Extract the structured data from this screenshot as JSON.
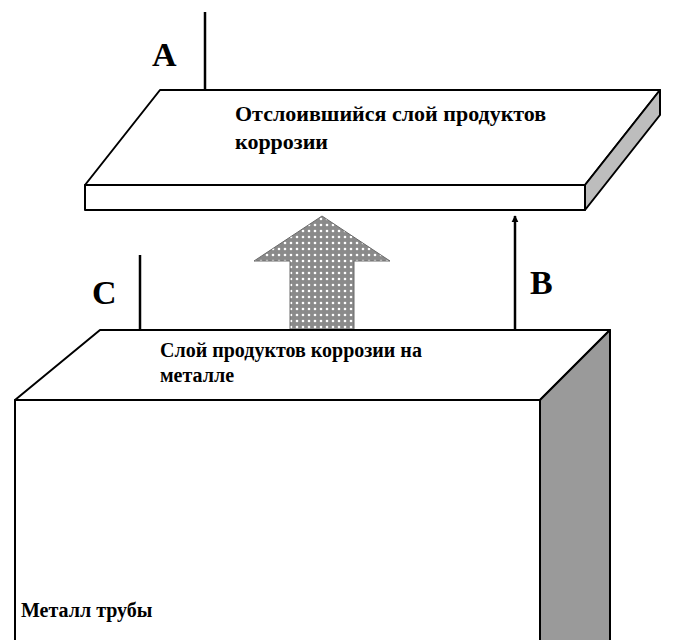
{
  "diagram": {
    "nodes": [
      {
        "text": [
          "Отслоившийся слой продуктов коррозии"
        ]
      },
      {
        "text": [
          "Слой продуктов коррозии на металле",
          "Металл трубы"
        ]
      }
    ],
    "edges": [
      {
        "from": 1,
        "to": 0,
        "arrow": "to"
      },
      {
        "from": 1,
        "to": 0,
        "label": "B",
        "arrow": "to"
      }
    ],
    "labels": [
      "A",
      "C"
    ]
  }
}
